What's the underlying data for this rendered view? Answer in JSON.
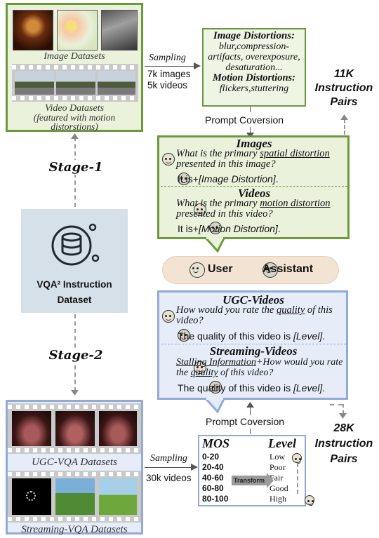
{
  "stage1": {
    "image_datasets_label": "Image Datasets",
    "video_datasets_label": "Video Datasets",
    "video_datasets_note": "(featured with motion distorstions)",
    "sampling_label": "Sampling",
    "sampling_counts_1": "7k images",
    "sampling_counts_2": "5k videos",
    "stage_label": "Stage-1"
  },
  "distortions": {
    "image_title": "Image Distortions:",
    "image_list": "blur,compression-artifacts, overexposure, desaturation...",
    "motion_title": "Motion Distortions:",
    "motion_list": "flickers,stuttering"
  },
  "prompt_conversion_1": "Prompt Coversion",
  "pairs_1": {
    "count": "11K",
    "line1": "Instruction",
    "line2": "Pairs"
  },
  "images_block": {
    "title": "Images",
    "q_part1": "What is the primary ",
    "q_underlined": "spatial distortion",
    "q_part2": " presented in this image?",
    "a_plain": "It is+",
    "a_italic": "[Image Distortion]",
    "a_end": "."
  },
  "videos_block": {
    "title": "Videos",
    "q_part1": "What is the primary ",
    "q_underlined": "motion distortion",
    "q_part2": " presented in this video?",
    "a_plain": "It is+",
    "a_italic": "[Motion Distortion]",
    "a_end": "."
  },
  "legend": {
    "user": "User",
    "assistant": "Assistant"
  },
  "center": {
    "title_line1": "VQA² Instruction",
    "title_line2": "Dataset"
  },
  "ugc_block": {
    "title": "UGC-Videos",
    "q_part1": "How would you rate the ",
    "q_underlined": "quality",
    "q_part2": " of this video?",
    "a_plain": "The quality of this video is ",
    "a_italic": "[Level]",
    "a_end": "."
  },
  "streaming_block": {
    "title": "Streaming-Videos",
    "q_underlined1": "Stalling Information",
    "q_part1": "+How would you rate the ",
    "q_underlined2": "quality",
    "q_part2": " of this video?",
    "a_plain": "The quality of this video is ",
    "a_italic": "[Level]",
    "a_end": "."
  },
  "stage2": {
    "stage_label": "Stage-2",
    "ugc_label": "UGC-VQA Datasets",
    "streaming_label": "Streaming-VQA Datasets",
    "sampling_label": "Sampling",
    "sampling_count": "30k videos"
  },
  "prompt_conversion_2": "Prompt Coversion",
  "pairs_2": {
    "count": "28K",
    "line1": "Instruction",
    "line2": "Pairs"
  },
  "mos_table": {
    "mos_header": "MOS",
    "level_header": "Level",
    "transform_label": "Transform",
    "rows": [
      {
        "mos": "0-20",
        "level": "Low"
      },
      {
        "mos": "20-40",
        "level": "Poor"
      },
      {
        "mos": "40-60",
        "level": "Fair"
      },
      {
        "mos": "60-80",
        "level": "Good"
      },
      {
        "mos": "80-100",
        "level": "High"
      }
    ]
  },
  "colors": {
    "green": "#6a9a3c",
    "green_bg": "#eaf2dc",
    "blue": "#92aad6",
    "blue_bg": "#e7edf8",
    "legend_bg": "#f3e3d3"
  }
}
